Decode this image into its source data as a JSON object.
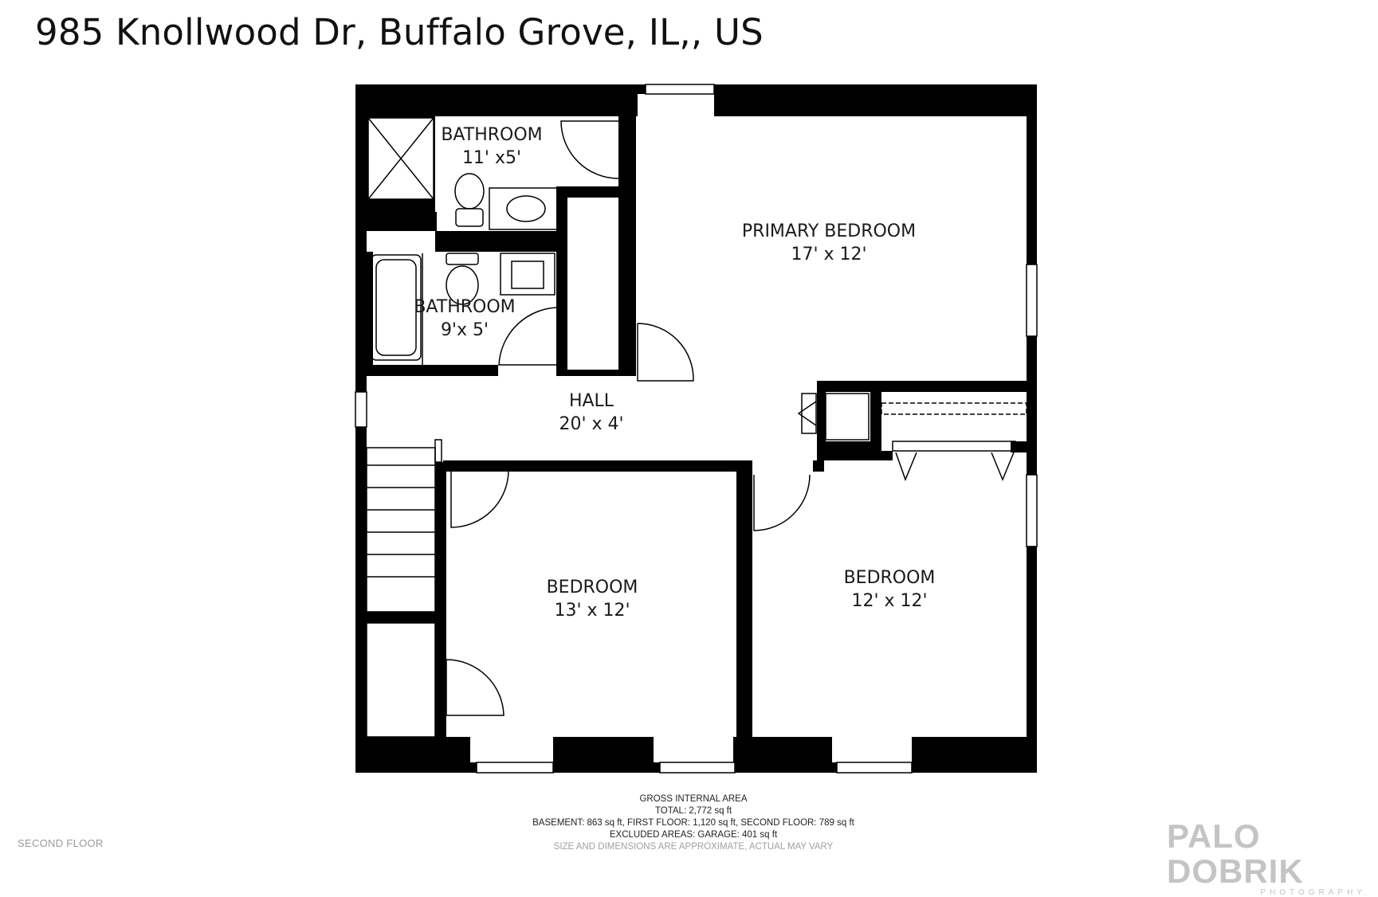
{
  "header": {
    "address": "985 Knollwood Dr, Buffalo Grove, IL,, US"
  },
  "floor_plan": {
    "rooms": [
      {
        "name": "BATHROOM",
        "dims": "11' x5'"
      },
      {
        "name": "PRIMARY BEDROOM",
        "dims": "17' x 12'"
      },
      {
        "name": "BATHROOM",
        "dims": "9'x 5'"
      },
      {
        "name": "HALL",
        "dims": "20' x 4'"
      },
      {
        "name": "BEDROOM",
        "dims": "13' x 12'"
      },
      {
        "name": "BEDROOM",
        "dims": "12' x 12'"
      }
    ],
    "wall_color": "#000000"
  },
  "area_summary": {
    "heading": "GROSS INTERNAL AREA",
    "total": "TOTAL: 2,772 sq ft",
    "breakdown": "BASEMENT: 863 sq ft, FIRST FLOOR: 1,120 sq ft, SECOND FLOOR: 789 sq ft",
    "excluded": "EXCLUDED AREAS: GARAGE: 401 sq ft",
    "disclaimer": "SIZE AND DIMENSIONS ARE APPROXIMATE, ACTUAL MAY VARY"
  },
  "footer": {
    "floor_label": "SECOND FLOOR",
    "brand_name": "PALO DOBRIK",
    "brand_sub": "PHOTOGRAPHY"
  }
}
